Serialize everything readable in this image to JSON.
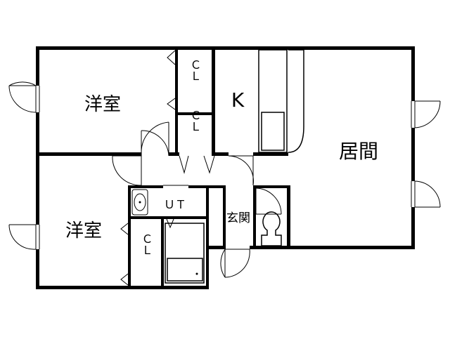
{
  "rooms": {
    "western_room_top": "洋室",
    "western_room_bottom": "洋室",
    "kitchen": "K",
    "living": "居間",
    "entrance": "玄関",
    "utility": "ＵＴ",
    "closet_top_1": "ＣＬ",
    "closet_top_2": "ＣＬ",
    "closet_bottom": "ＣＬ"
  },
  "colors": {
    "line": "#000000",
    "background": "#ffffff"
  }
}
